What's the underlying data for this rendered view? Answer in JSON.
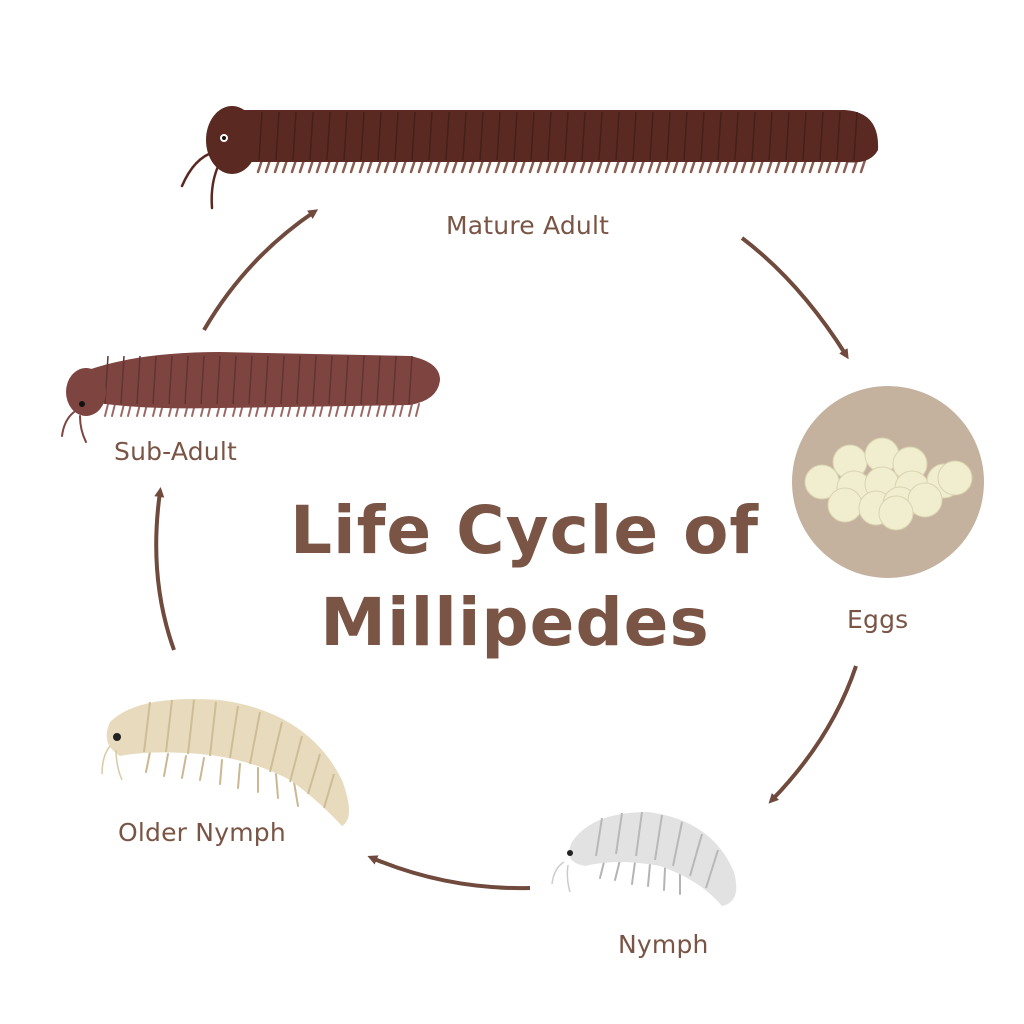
{
  "title": {
    "line1": "Life Cycle of",
    "line2": "Millipedes"
  },
  "stages": {
    "mature_adult": "Mature Adult",
    "eggs": "Eggs",
    "nymph": "Nymph",
    "older_nymph": "Older Nymph",
    "sub_adult": "Sub-Adult"
  },
  "colors": {
    "text": "#7a5545",
    "arrow": "#6f4a3d",
    "mature_adult": "#5a2a22",
    "sub_adult": "#7d4440",
    "older_nymph": "#e8dbbd",
    "nymph": "#e2e2e2",
    "egg_background": "#c4b29f",
    "egg": "#f1edcf"
  }
}
